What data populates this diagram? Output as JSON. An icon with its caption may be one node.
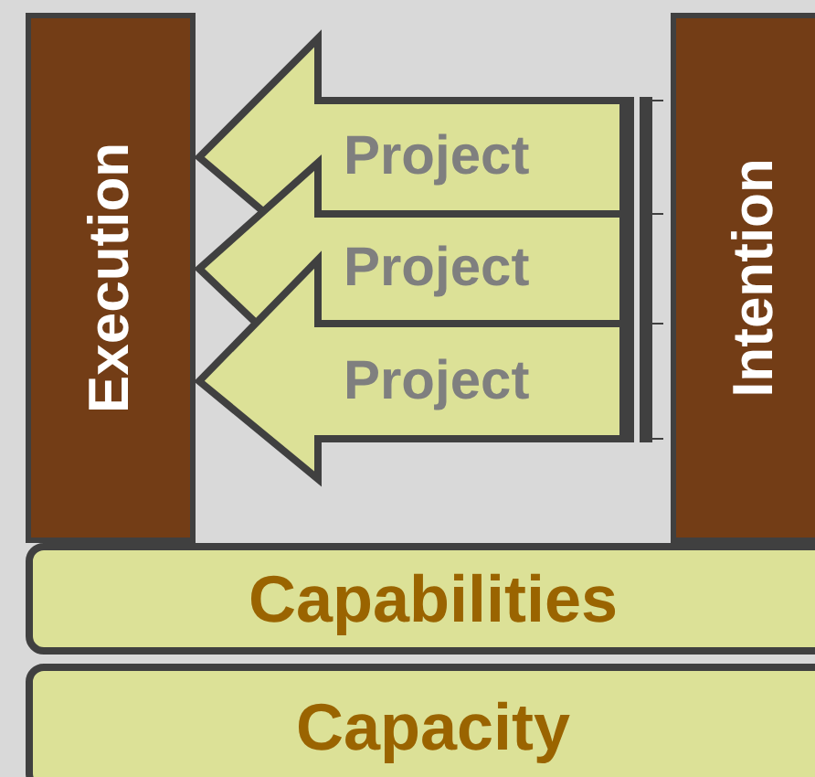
{
  "diagram": {
    "nodes": [
      {
        "text": [
          "Execution"
        ]
      },
      {
        "text": [
          "Intention"
        ]
      },
      {
        "text": [
          "Project"
        ]
      },
      {
        "text": [
          "Project"
        ]
      },
      {
        "text": [
          "Project"
        ]
      },
      {
        "text": [
          "Capabilities"
        ]
      },
      {
        "text": [
          "Capacity"
        ]
      }
    ]
  }
}
